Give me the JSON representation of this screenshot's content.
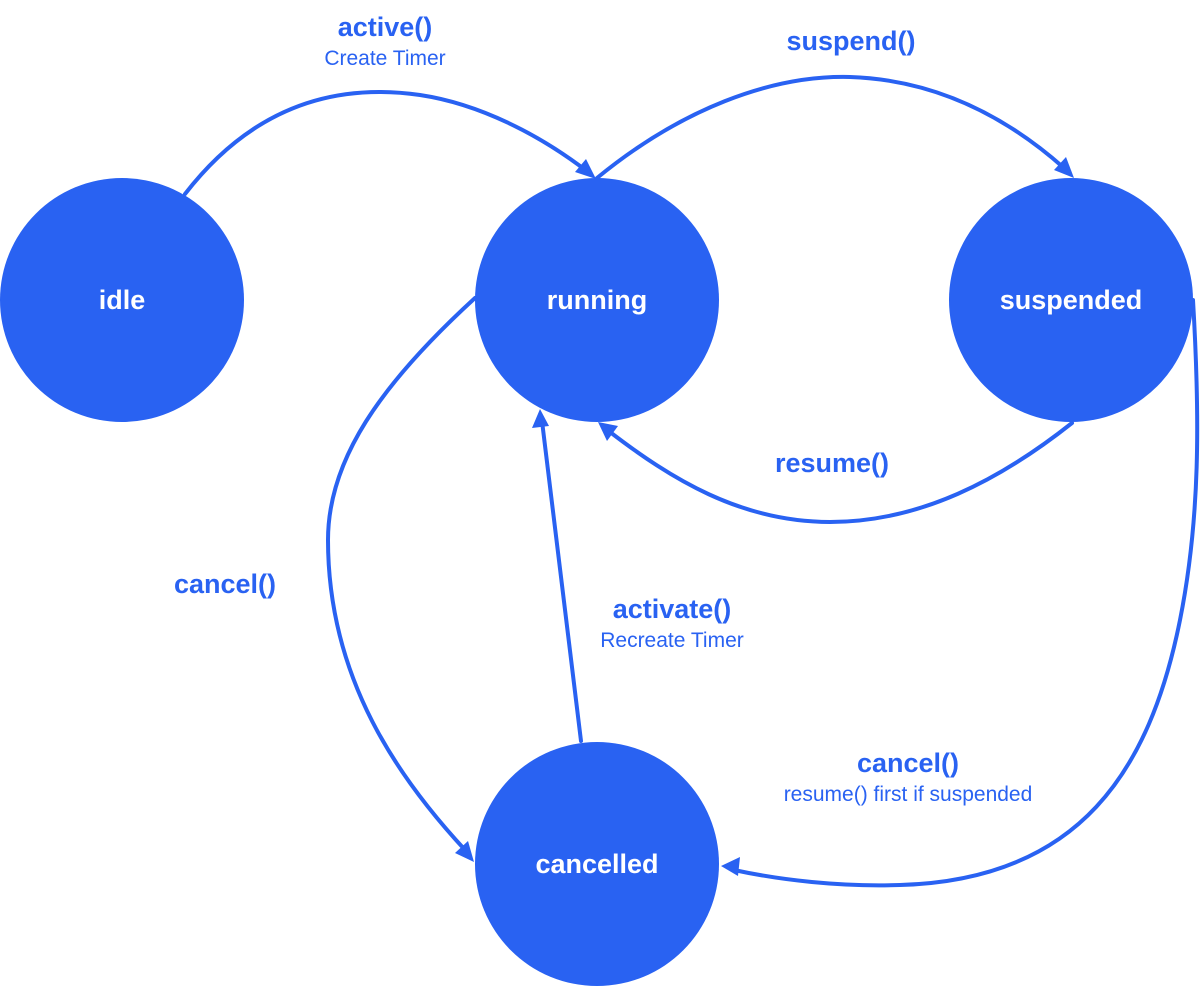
{
  "diagram": {
    "type": "state-machine",
    "colors": {
      "accent": "#2962f2",
      "state_text": "#ffffff",
      "background": "#ffffff"
    },
    "states": [
      {
        "id": "idle",
        "label": "idle"
      },
      {
        "id": "running",
        "label": "running"
      },
      {
        "id": "suspended",
        "label": "suspended"
      },
      {
        "id": "cancelled",
        "label": "cancelled"
      }
    ],
    "transitions": [
      {
        "id": "active",
        "from": "idle",
        "to": "running",
        "label": "active()",
        "sublabel": "Create Timer"
      },
      {
        "id": "suspend",
        "from": "running",
        "to": "suspended",
        "label": "suspend()",
        "sublabel": ""
      },
      {
        "id": "resume",
        "from": "suspended",
        "to": "running",
        "label": "resume()",
        "sublabel": ""
      },
      {
        "id": "cancel-running",
        "from": "running",
        "to": "cancelled",
        "label": "cancel()",
        "sublabel": ""
      },
      {
        "id": "activate",
        "from": "cancelled",
        "to": "running",
        "label": "activate()",
        "sublabel": "Recreate Timer"
      },
      {
        "id": "cancel-suspended",
        "from": "suspended",
        "to": "cancelled",
        "label": "cancel()",
        "sublabel": "resume() first if suspended"
      }
    ]
  }
}
